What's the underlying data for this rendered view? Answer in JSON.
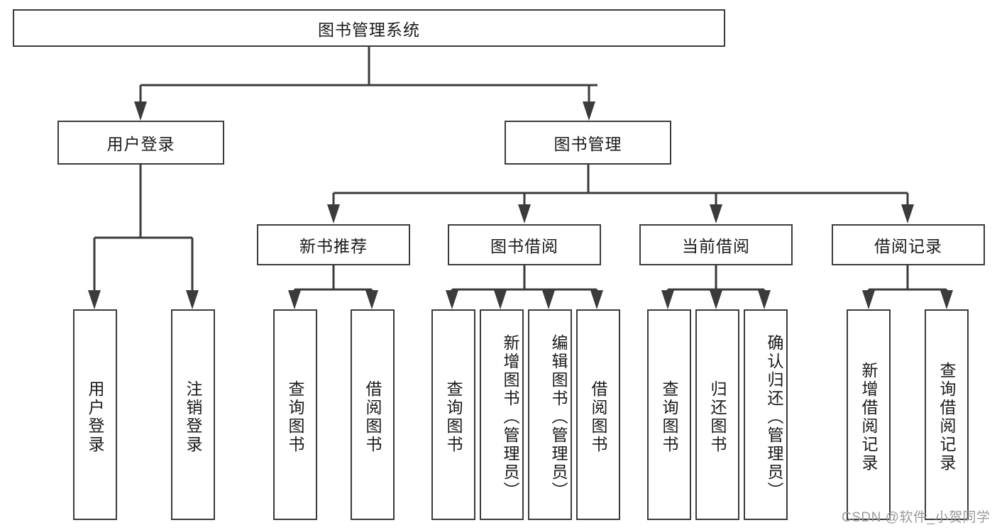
{
  "diagram": {
    "type": "tree-hierarchy-chart",
    "title": "图书管理系统",
    "root": {
      "label": "图书管理系统"
    },
    "level2": [
      {
        "label": "用户登录"
      },
      {
        "label": "图书管理"
      }
    ],
    "level3": [
      {
        "label": "新书推荐"
      },
      {
        "label": "图书借阅"
      },
      {
        "label": "当前借阅"
      },
      {
        "label": "借阅记录"
      }
    ],
    "leaves": {
      "user_login": [
        {
          "label": "用户登录"
        },
        {
          "label": "注销登录"
        }
      ],
      "new_book_recommend": [
        {
          "label": "查询图书"
        },
        {
          "label": "借阅图书"
        }
      ],
      "book_borrow": [
        {
          "label": "查询图书"
        },
        {
          "label": "新增图书（管理员）"
        },
        {
          "label": "编辑图书（管理员）"
        },
        {
          "label": "借阅图书"
        }
      ],
      "current_borrow": [
        {
          "label": "查询图书"
        },
        {
          "label": "归还图书"
        },
        {
          "label": "确认归还（管理员）"
        }
      ],
      "borrow_record": [
        {
          "label": "新增借阅记录"
        },
        {
          "label": "查询借阅记录"
        }
      ]
    },
    "colors": {
      "stroke": "#3b3b3b",
      "text": "#1a1a1a",
      "background": "#ffffff",
      "watermark": "#9b9b9b"
    }
  },
  "watermark": {
    "text": "CSDN @软件_小贺同学"
  }
}
